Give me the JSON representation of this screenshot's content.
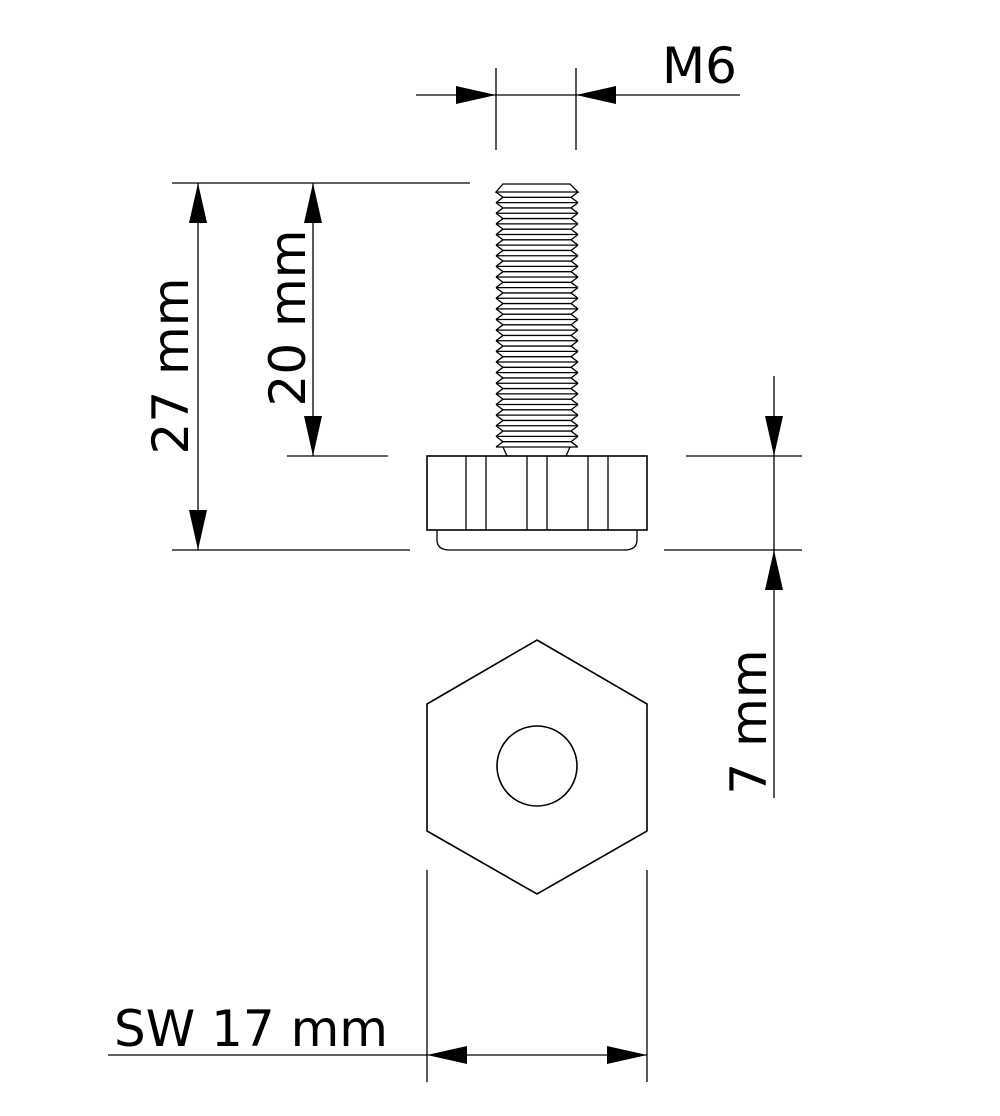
{
  "labels": {
    "thread": "M6",
    "total_height": "27 mm",
    "thread_length": "20 mm",
    "base_height": "7 mm",
    "wrench_size": "SW 17 mm"
  },
  "colors": {
    "line": "#000000",
    "background": "#ffffff"
  },
  "drawing": {
    "thread_ridges": 24,
    "knurl_lines": 6
  }
}
